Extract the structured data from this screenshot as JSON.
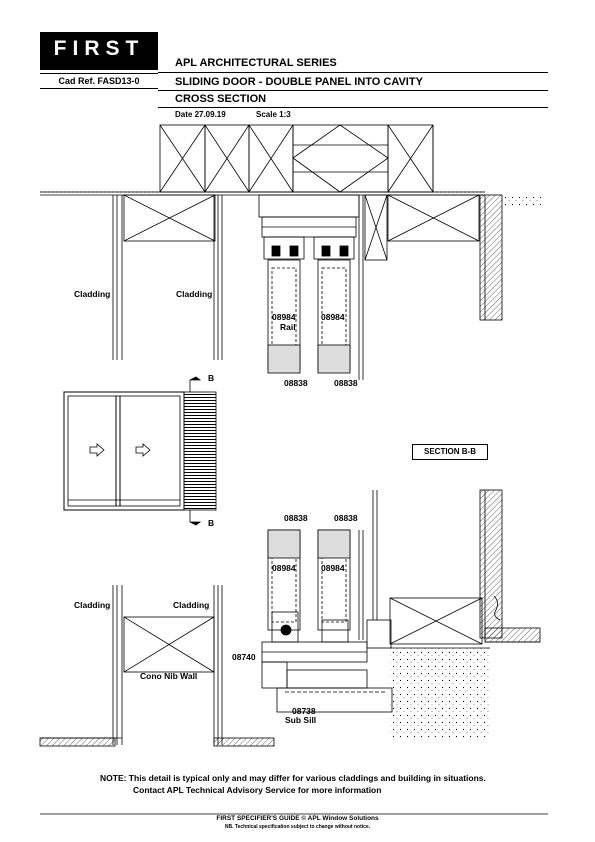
{
  "logo": {
    "text": "FIRST"
  },
  "title_block": {
    "cad_ref": "Cad Ref.  FASD13-0",
    "series": "APL ARCHITECTURAL SERIES",
    "product": "SLIDING DOOR - DOUBLE PANEL INTO CAVITY",
    "view": "CROSS SECTION",
    "date": "Date  27.09.19",
    "scale": "Scale  1:3"
  },
  "labels": {
    "cladding_tl": "Cladding",
    "cladding_tr": "Cladding",
    "cladding_bl": "Cladding",
    "cladding_br": "Cladding",
    "part_08984_a": "08984",
    "rail": "Rail",
    "part_08984_b": "08984",
    "part_08838_a": "08838",
    "part_08838_b": "08838",
    "part_08838_c": "08838",
    "part_08838_d": "08838",
    "part_08984_c": "08984",
    "part_08984_d": "08984",
    "section_marker_top": "B",
    "section_marker_bottom": "B",
    "section_title": "SECTION B-B",
    "part_08740": "08740",
    "cono_nib_wall": "Cono Nib Wall",
    "part_08738": "08738",
    "sub_sill": "Sub Sill"
  },
  "note": {
    "line1": "NOTE: This detail is typical only and may differ for various claddings and building in situations.",
    "line2": "Contact APL Technical Advisory Service for more information"
  },
  "footer": {
    "line1": "FIRST SPECIFIER'S GUIDE  © APL Window Solutions",
    "line2": "NB. Technical specification subject to change without notice."
  }
}
